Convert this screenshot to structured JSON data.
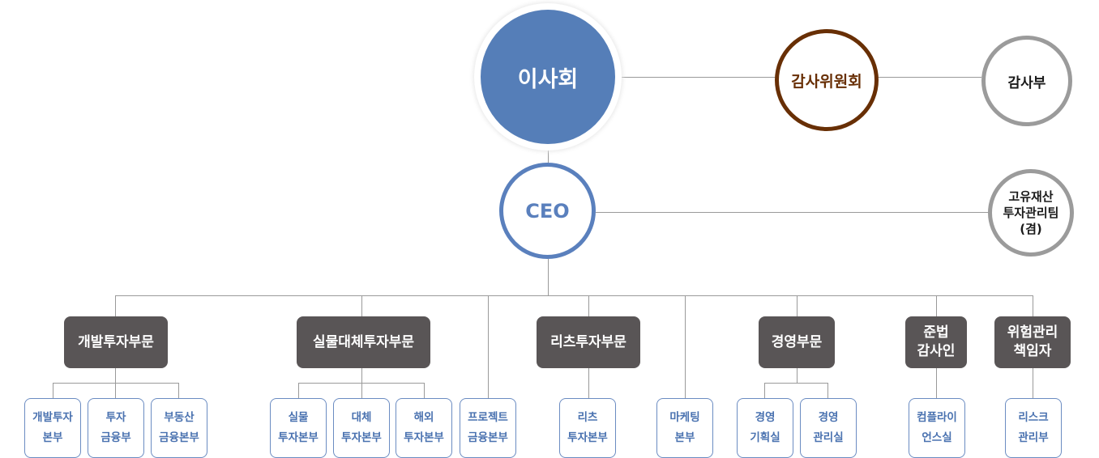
{
  "top": {
    "board": "이사회",
    "audit_committee": "감사위원회",
    "audit_department": "감사부",
    "ceo": "CEO",
    "proprietary_team": [
      "고유재산",
      "투자관리팀",
      "(겸)"
    ]
  },
  "divisions": [
    {
      "name": [
        "개발투자부문"
      ],
      "departments": [
        [
          "개발투자",
          "본부"
        ],
        [
          "투자",
          "금융부"
        ],
        [
          "부동산",
          "금융본부"
        ]
      ]
    },
    {
      "name": [
        "실물대체투자부문"
      ],
      "departments": [
        [
          "실물",
          "투자본부"
        ],
        [
          "대체",
          "투자본부"
        ],
        [
          "해외",
          "투자본부"
        ]
      ]
    },
    {
      "name": [
        "리츠투자부문"
      ],
      "departments": [
        [
          "리츠",
          "투자본부"
        ]
      ]
    },
    {
      "name": [
        "경영부문"
      ],
      "departments": [
        [
          "경영",
          "기획실"
        ],
        [
          "경영",
          "관리실"
        ]
      ]
    },
    {
      "name": [
        "준법",
        "감사인"
      ],
      "departments": [
        [
          "컴플라이",
          "언스실"
        ]
      ]
    },
    {
      "name": [
        "위험관리",
        "책임자"
      ],
      "departments": [
        [
          "리스크",
          "관리부"
        ]
      ]
    }
  ],
  "direct_departments": [
    [
      "프로젝트",
      "금융본부"
    ],
    [
      "마케팅",
      "본부"
    ]
  ],
  "colors": {
    "board_fill": "#557eb8",
    "audit_committee": "#682f05",
    "gray_ring": "#9b9b9b",
    "ceo_ring": "#5a80bd",
    "division_fill": "#595556",
    "department_text": "#4a72b0",
    "line": "#999999"
  }
}
